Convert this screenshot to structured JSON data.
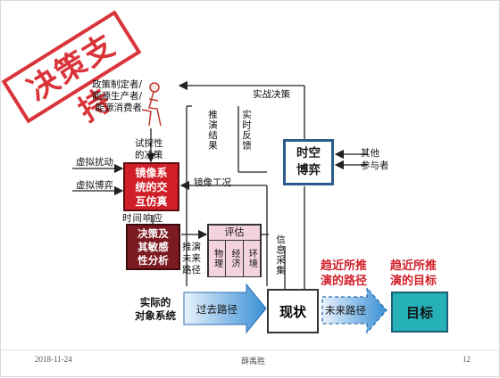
{
  "stamp": "决策支持",
  "roles": [
    "政策制定者/",
    "能源生产者/",
    "能源消费者"
  ],
  "trial_decision": [
    "试探性",
    "的决策"
  ],
  "virtual_disturb": "虚拟扰动",
  "virtual_game": "虚拟博弈",
  "mirror_box": [
    "镜像系",
    "统的交",
    "互仿真"
  ],
  "time_response": "时间响应",
  "decision_box": [
    "决策及",
    "其敏感",
    "性分析"
  ],
  "derive_future": [
    "推演",
    "未来",
    "路径"
  ],
  "eval_box": {
    "title": "评估",
    "cells": [
      "物理",
      "经济",
      "环境"
    ]
  },
  "mirror_condition": "镜像工况",
  "derive_result": "推演结果",
  "realtime_feedback": "实时反馈",
  "actual_decision": "实战决策",
  "spacetime_box": [
    "时空",
    "博弈"
  ],
  "other_participants": [
    "其他",
    "参与者"
  ],
  "info_collect": "信息采集",
  "actual_system": [
    "实际的",
    "对象系统"
  ],
  "past_path": "过去路径",
  "status": "现状",
  "future_path": "未来路径",
  "target": "目标",
  "approach_path": [
    "趋近所推",
    "演的路径"
  ],
  "approach_target": [
    "趋近所推",
    "演的目标"
  ],
  "footer": {
    "date": "2018-11-24",
    "author": "薛禹胜",
    "page": "12"
  },
  "colors": {
    "red": "#d11f29",
    "blue": "#3a8fd6",
    "teal_box": "#25b1b7"
  }
}
